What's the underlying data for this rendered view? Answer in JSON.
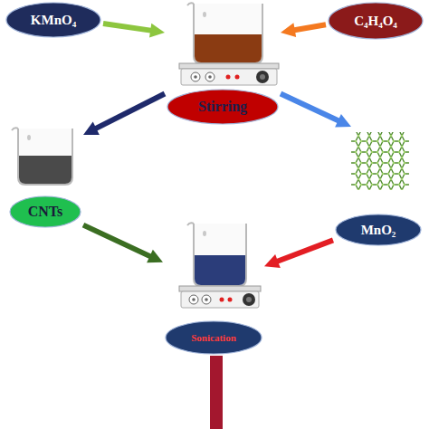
{
  "diagram": {
    "nodes": [
      {
        "text": [
          "KMnO₄"
        ]
      },
      {
        "text": [
          "C₄H₄O₄"
        ]
      },
      {
        "text": [
          "Stirring"
        ]
      },
      {
        "text": [
          "CNTs"
        ]
      },
      {
        "text": [
          "MnO₂"
        ]
      },
      {
        "text": [
          "Sonication"
        ]
      }
    ],
    "edges": [
      {
        "from": 0,
        "to": 2,
        "arrow": "to"
      },
      {
        "from": 1,
        "to": 2,
        "arrow": "to"
      },
      {
        "from": 2,
        "to": 3,
        "arrow": "to"
      },
      {
        "from": 2,
        "to": 4,
        "arrow": "to"
      },
      {
        "from": 3,
        "to": 5,
        "arrow": "to"
      },
      {
        "from": 4,
        "to": 5,
        "arrow": "to"
      }
    ]
  }
}
